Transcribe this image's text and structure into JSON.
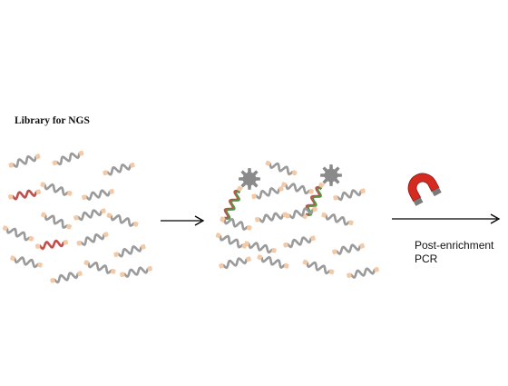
{
  "library": {
    "title": "Library for NGS"
  },
  "step3": {
    "label_line1": "Post-enrichment",
    "label_line2": "PCR"
  },
  "colors": {
    "fragment": "#9b9b9b",
    "target_fragment": "#c0504d",
    "probe_strand": "#4f9a43",
    "adapter_end": "#f3c9a6",
    "bead": "#8a8a8a",
    "magnet_body": "#d42a1f",
    "magnet_pole": "#7a7a7a",
    "arrow": "#000000"
  },
  "icons": [
    "dna-fragment-icon",
    "target-dna-fragment-icon",
    "probe-bead-icon",
    "magnet-icon",
    "arrow-icon"
  ]
}
